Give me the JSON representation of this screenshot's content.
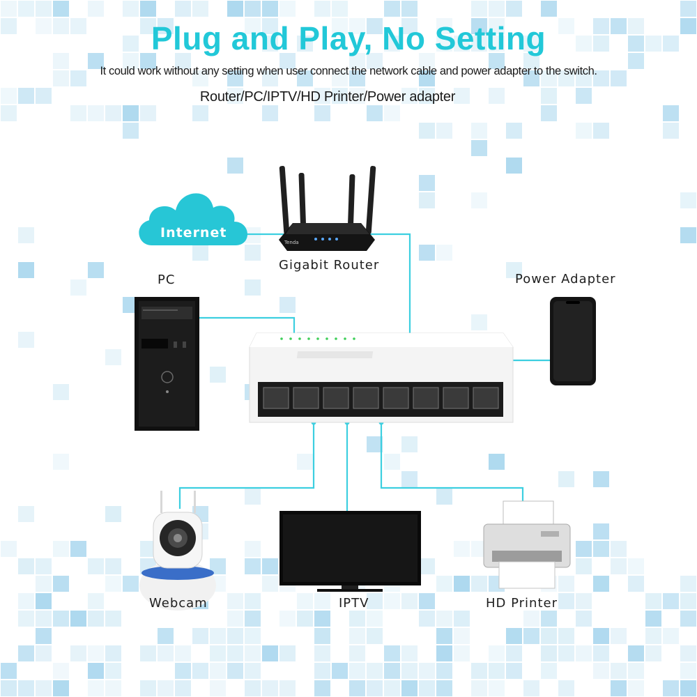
{
  "header": {
    "title": "Plug and Play, No Setting",
    "subtitle": "It could work without any setting when user connect the network cable and power adapter to the switch.",
    "devices": "Router/PC/IPTV/HD Printer/Power adapter"
  },
  "nodes": {
    "internet": "Internet",
    "router": "Gigabit Router",
    "router_brand": "Tenda",
    "pc": "PC",
    "power_adapter": "Power Adapter",
    "webcam": "Webcam",
    "iptv": "IPTV",
    "printer": "HD Printer"
  },
  "colors": {
    "accent": "#22c8d8",
    "cable": "#3ccfe0",
    "mosaic_light": "#d6ecf6",
    "mosaic_mid": "#9fd2ec"
  }
}
